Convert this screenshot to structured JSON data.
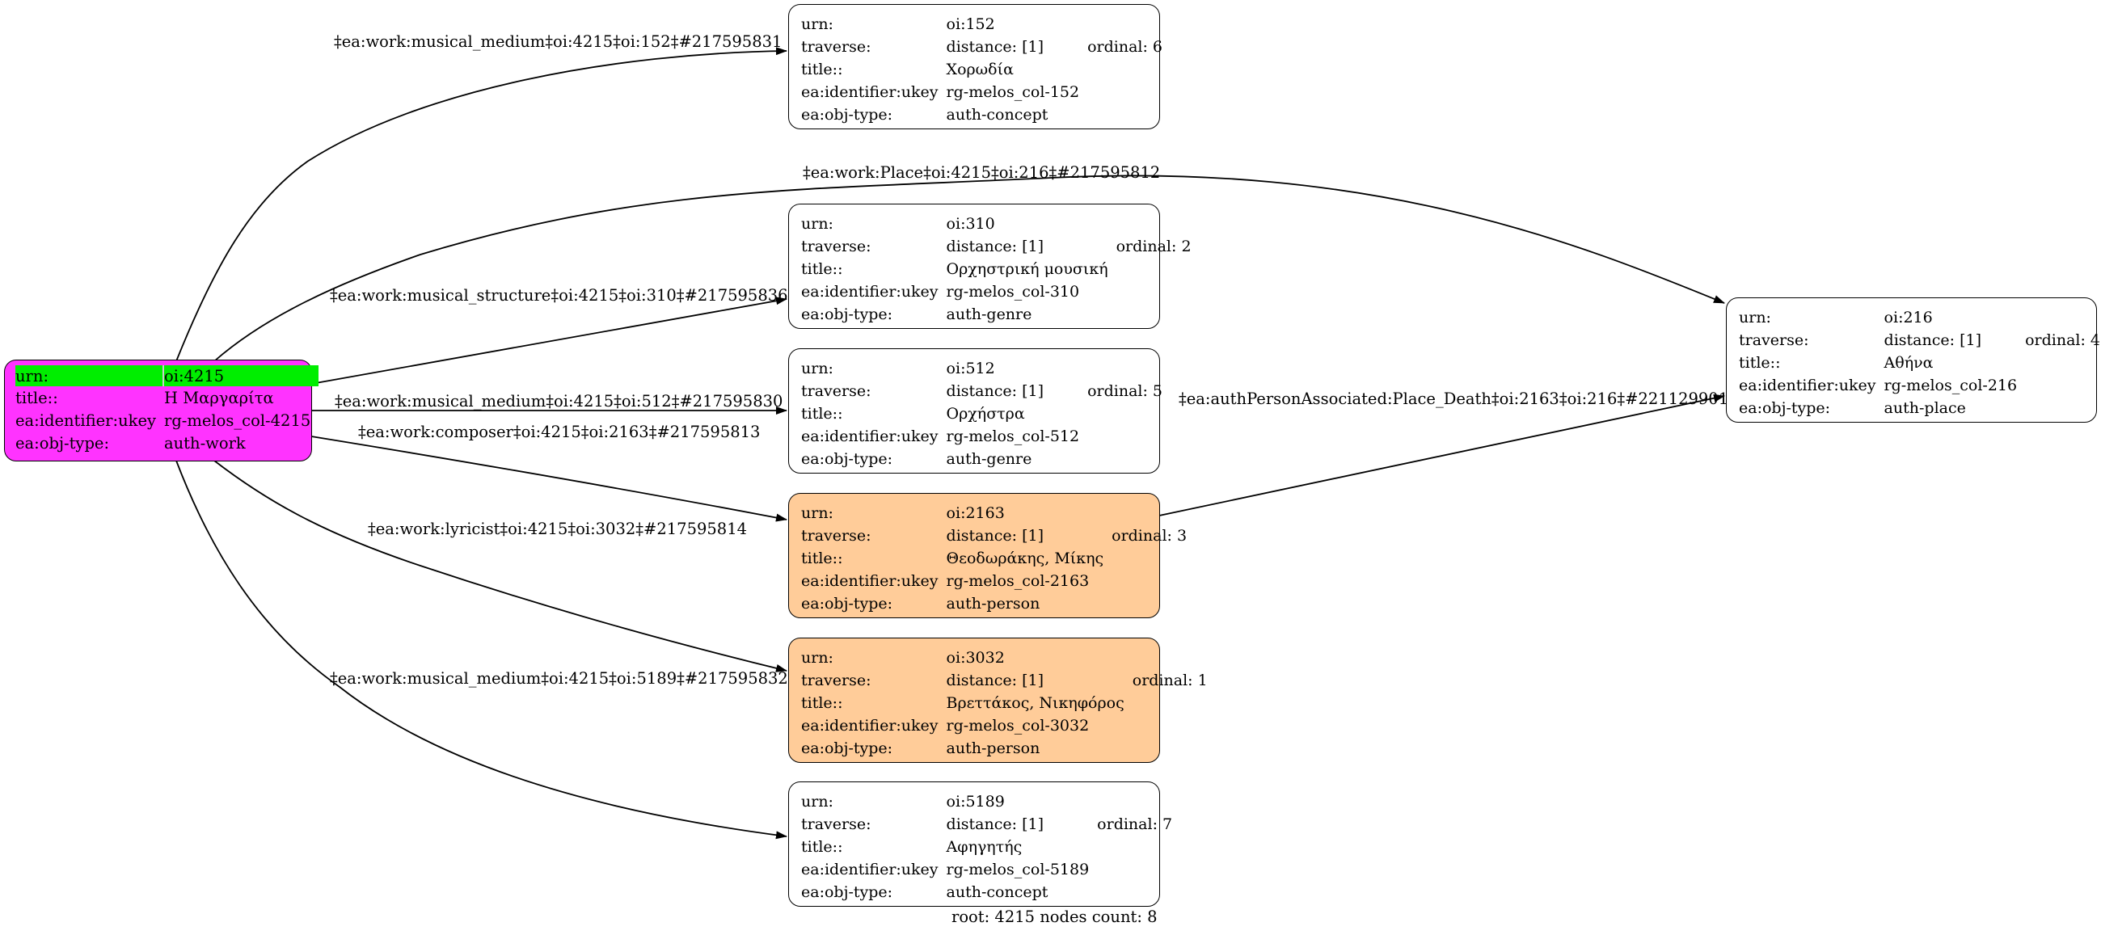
{
  "nodes": {
    "n4215": {
      "urn_label": "urn:",
      "urn": "oi:4215",
      "title_label": "title::",
      "title": "Η Μαργαρίτα",
      "ukey_label": "ea:identifier:ukey",
      "ukey": "rg-melos_col-4215",
      "type_label": "ea:obj-type:",
      "type": "auth-work"
    },
    "n152": {
      "urn_label": "urn:",
      "urn": "oi:152",
      "traverse_label": "traverse:",
      "distance": "distance: [1]",
      "ordinal": "ordinal: 6",
      "title_label": "title::",
      "title": "Χορωδία",
      "ukey_label": "ea:identifier:ukey",
      "ukey": "rg-melos_col-152",
      "type_label": "ea:obj-type:",
      "type": "auth-concept"
    },
    "n310": {
      "urn_label": "urn:",
      "urn": "oi:310",
      "traverse_label": "traverse:",
      "distance": "distance: [1]",
      "ordinal": "ordinal: 2",
      "title_label": "title::",
      "title": "Ορχηστρική μουσική",
      "ukey_label": "ea:identifier:ukey",
      "ukey": "rg-melos_col-310",
      "type_label": "ea:obj-type:",
      "type": "auth-genre"
    },
    "n512": {
      "urn_label": "urn:",
      "urn": "oi:512",
      "traverse_label": "traverse:",
      "distance": "distance: [1]",
      "ordinal": "ordinal: 5",
      "title_label": "title::",
      "title": "Ορχήστρα",
      "ukey_label": "ea:identifier:ukey",
      "ukey": "rg-melos_col-512",
      "type_label": "ea:obj-type:",
      "type": "auth-genre"
    },
    "n2163": {
      "urn_label": "urn:",
      "urn": "oi:2163",
      "traverse_label": "traverse:",
      "distance": "distance: [1]",
      "ordinal": "ordinal: 3",
      "title_label": "title::",
      "title": "Θεοδωράκης, Μίκης",
      "ukey_label": "ea:identifier:ukey",
      "ukey": "rg-melos_col-2163",
      "type_label": "ea:obj-type:",
      "type": "auth-person"
    },
    "n3032": {
      "urn_label": "urn:",
      "urn": "oi:3032",
      "traverse_label": "traverse:",
      "distance": "distance: [1]",
      "ordinal": "ordinal: 1",
      "title_label": "title::",
      "title": "Βρεττάκος, Νικηφόρος",
      "ukey_label": "ea:identifier:ukey",
      "ukey": "rg-melos_col-3032",
      "type_label": "ea:obj-type:",
      "type": "auth-person"
    },
    "n5189": {
      "urn_label": "urn:",
      "urn": "oi:5189",
      "traverse_label": "traverse:",
      "distance": "distance: [1]",
      "ordinal": "ordinal: 7",
      "title_label": "title::",
      "title": "Αφηγητής",
      "ukey_label": "ea:identifier:ukey",
      "ukey": "rg-melos_col-5189",
      "type_label": "ea:obj-type:",
      "type": "auth-concept"
    },
    "n216": {
      "urn_label": "urn:",
      "urn": "oi:216",
      "traverse_label": "traverse:",
      "distance": "distance: [1]",
      "ordinal": "ordinal: 4",
      "title_label": "title::",
      "title": "Αθήνα",
      "ukey_label": "ea:identifier:ukey",
      "ukey": "rg-melos_col-216",
      "type_label": "ea:obj-type:",
      "type": "auth-place"
    }
  },
  "edges": [
    {
      "label": "‡ea:work:musical_medium‡oi:4215‡oi:152‡#217595831",
      "from": "oi:4215",
      "to": "oi:152"
    },
    {
      "label": "‡ea:work:Place‡oi:4215‡oi:216‡#217595812",
      "from": "oi:4215",
      "to": "oi:216"
    },
    {
      "label": "‡ea:work:musical_structure‡oi:4215‡oi:310‡#217595836",
      "from": "oi:4215",
      "to": "oi:310"
    },
    {
      "label": "‡ea:work:musical_medium‡oi:4215‡oi:512‡#217595830",
      "from": "oi:4215",
      "to": "oi:512"
    },
    {
      "label": "‡ea:work:composer‡oi:4215‡oi:2163‡#217595813",
      "from": "oi:4215",
      "to": "oi:2163"
    },
    {
      "label": "‡ea:work:lyricist‡oi:4215‡oi:3032‡#217595814",
      "from": "oi:4215",
      "to": "oi:3032"
    },
    {
      "label": "‡ea:work:musical_medium‡oi:4215‡oi:5189‡#217595832",
      "from": "oi:4215",
      "to": "oi:5189"
    },
    {
      "label": "‡ea:authPersonAssociated:Place_Death‡oi:2163‡oi:216‡#221129901",
      "from": "oi:2163",
      "to": "oi:216"
    }
  ],
  "colors": {
    "root": "#ff33ff",
    "highlight": "#00ee00",
    "person": "#ffcc99",
    "default": "#ffffff"
  },
  "footer": "root: 4215 nodes count: 8"
}
